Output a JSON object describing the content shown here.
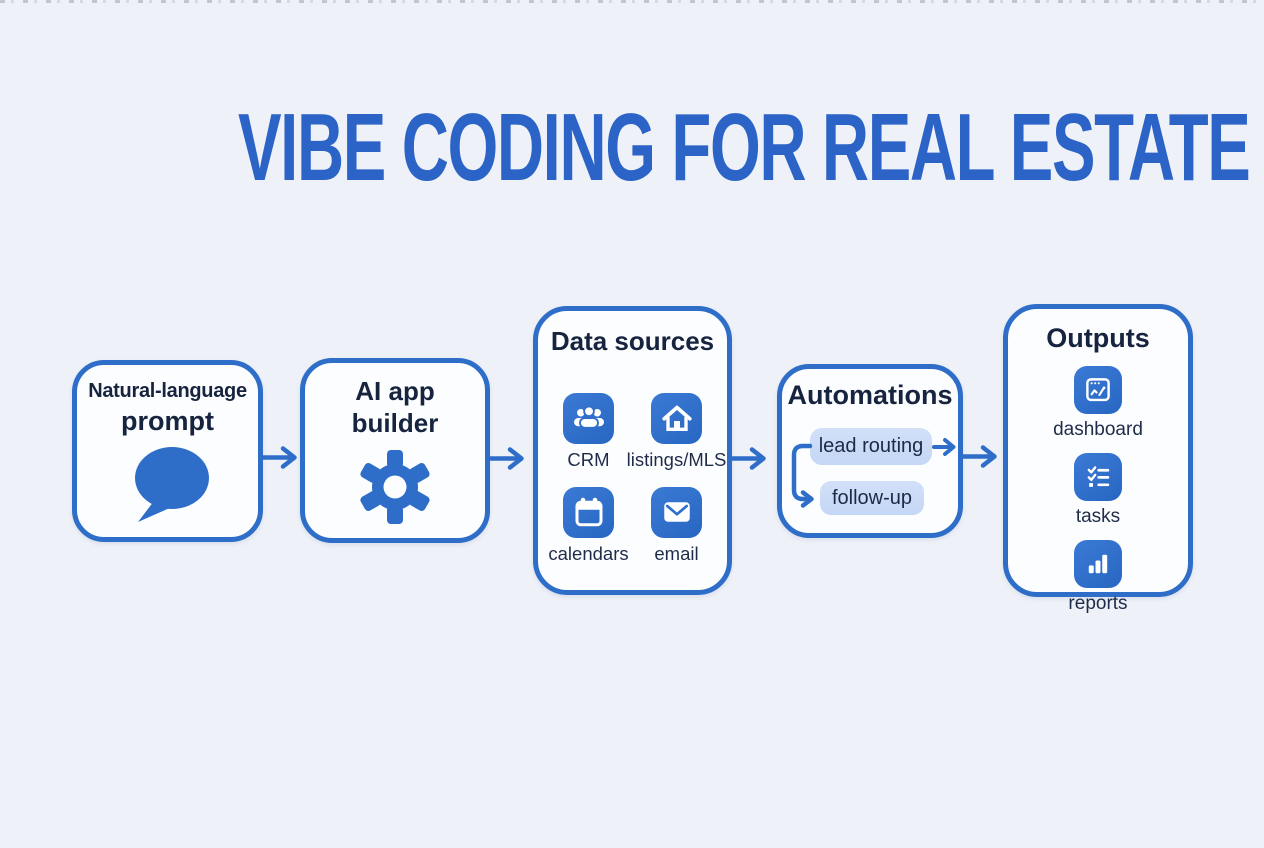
{
  "title": "VIBE CODING FOR REAL ESTATE",
  "colors": {
    "accent_blue": "#2e6ec8",
    "title_blue": "#2b63c6",
    "text_navy": "#17243f",
    "tile_blue": "#2f6fcb",
    "pill_bg": "#cadbf6",
    "page_bg": "#eef1f8",
    "box_bg": "#fcfdff"
  },
  "diagram": {
    "boxes": [
      {
        "name": "natural-language-prompt",
        "lines": [
          "Natural-language",
          "prompt"
        ],
        "icon": "speech-bubble-icon"
      },
      {
        "name": "ai-app-builder",
        "lines": [
          "AI app",
          "builder"
        ],
        "icon": "gear-icon"
      },
      {
        "name": "data-sources",
        "title": "Data sources",
        "items": [
          {
            "label": "CRM",
            "icon": "crm-people-icon"
          },
          {
            "label": "listings/MLS",
            "icon": "house-icon"
          },
          {
            "label": "calendars",
            "icon": "calendar-icon"
          },
          {
            "label": "email",
            "icon": "email-icon"
          }
        ]
      },
      {
        "name": "automations",
        "title": "Automations",
        "pills": [
          {
            "label": "lead routing"
          },
          {
            "label": "follow-up"
          }
        ]
      },
      {
        "name": "outputs",
        "title": "Outputs",
        "items": [
          {
            "label": "dashboard",
            "icon": "dashboard-icon"
          },
          {
            "label": "tasks",
            "icon": "tasks-icon"
          },
          {
            "label": "reports",
            "icon": "reports-icon"
          }
        ]
      }
    ]
  }
}
